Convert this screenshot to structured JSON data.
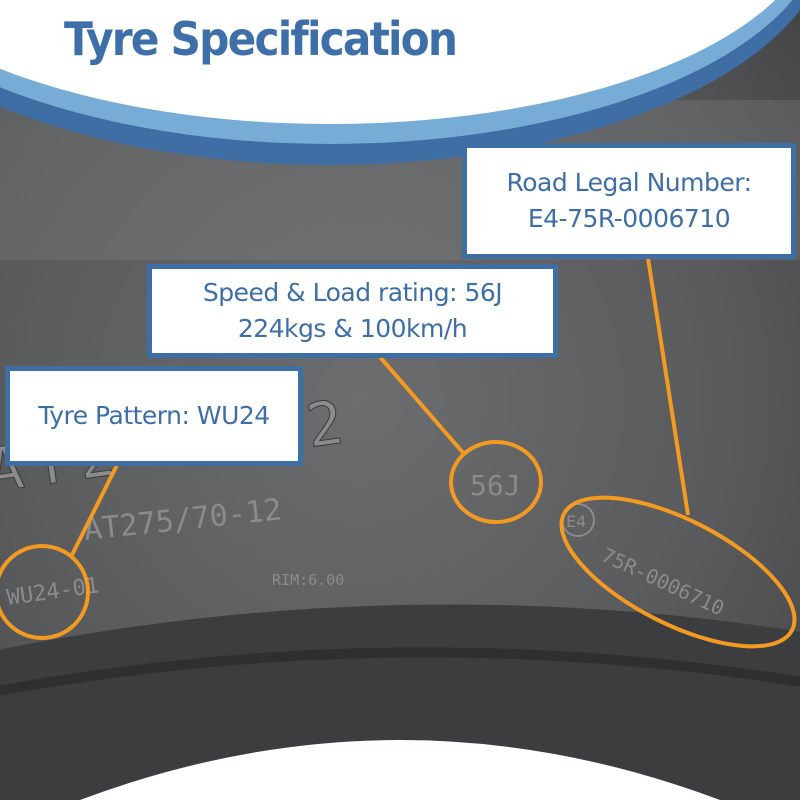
{
  "header": {
    "title": "Tyre Specification"
  },
  "colors": {
    "dark_blue": "#3f6ea5",
    "light_blue": "#76acd6",
    "callout_orange": "#f39a22"
  },
  "callouts": [
    {
      "id": "road",
      "lines": [
        "Road Legal Number:",
        "E4-75R-0006710"
      ]
    },
    {
      "id": "speed",
      "lines": [
        "Speed & Load rating: 56J",
        "224kgs & 100km/h"
      ]
    },
    {
      "id": "pattern",
      "lines": [
        "Tyre Pattern: WU24"
      ]
    }
  ],
  "sidewall_markings": {
    "size": "AT275/70-12",
    "pattern_code": "WU24-01",
    "rim": "RIM:6.00",
    "load_speed": "56J",
    "approval_mark": "E4",
    "approval_number": "75R-0006710",
    "big_size_partial": "AT2    2"
  }
}
